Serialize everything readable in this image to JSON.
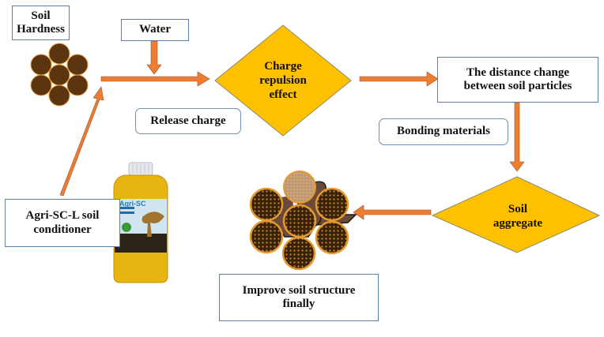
{
  "diagram": {
    "nodes": {
      "soil_hardness": "Soil\nHardness",
      "water": "Water",
      "release_charge": "Release charge",
      "charge_repulsion": "Charge\nrepulsion\neffect",
      "distance_change": "The distance change\nbetween soil particles",
      "bonding_materials": "Bonding materials",
      "soil_aggregate": "Soil\naggregate",
      "improve_structure": "Improve soil structure\nfinally",
      "conditioner": "Agri-SC-L soil\nconditioner"
    },
    "product": {
      "brand": "Agri-SC"
    },
    "colors": {
      "arrow": "#ed7d31",
      "diamond": "#ffc000",
      "box_border": "#5b7fa6",
      "soil_particle": "#5a3510",
      "bottle": "#e8b412"
    }
  }
}
